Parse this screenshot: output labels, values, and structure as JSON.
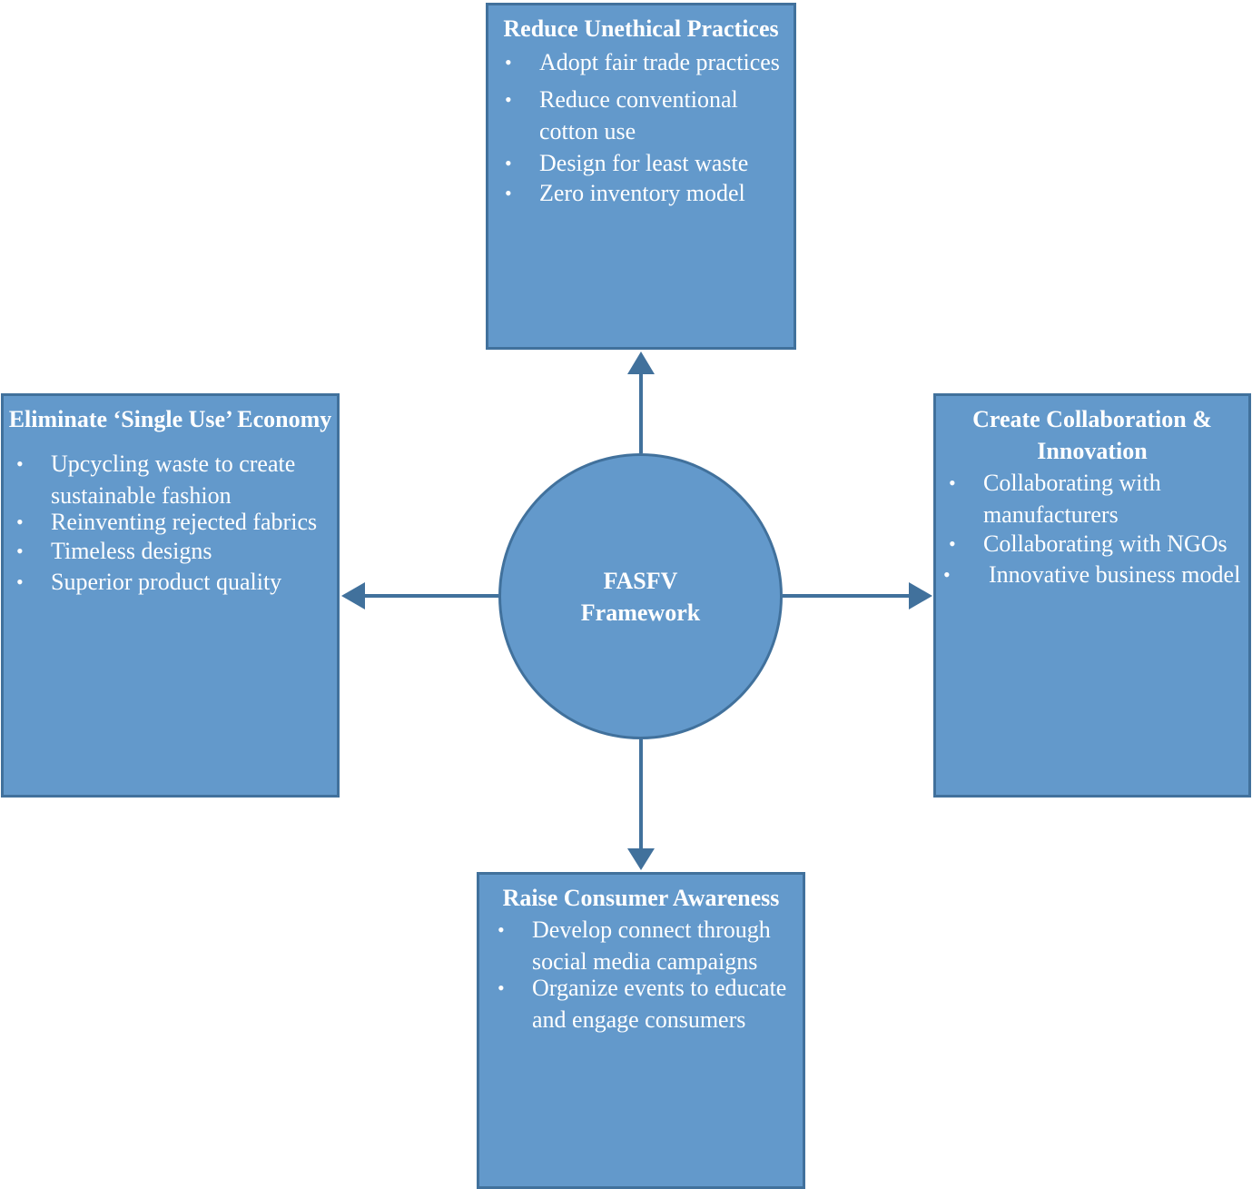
{
  "colors": {
    "fill": "#6399cb",
    "stroke": "#41719c",
    "text": "#ffffff",
    "background": "#ffffff"
  },
  "center": {
    "label": "FASFV Framework"
  },
  "top_box": {
    "title": "Reduce Unethical Practices",
    "items": [
      "Adopt fair trade practices",
      "Reduce conventional cotton use",
      "Design for least waste",
      "Zero inventory model"
    ]
  },
  "left_box": {
    "title": "Eliminate ‘Single Use’ Economy",
    "items": [
      "Upcycling waste to create sustainable fashion",
      "Reinventing rejected fabrics",
      "Timeless designs",
      "Superior product quality"
    ]
  },
  "right_box": {
    "title": "Create Collaboration & Innovation",
    "items": [
      "Collaborating with manufacturers",
      "Collaborating with NGOs",
      "Innovative business model"
    ]
  },
  "bottom_box": {
    "title": "Raise Consumer Awareness",
    "items": [
      "Develop connect through social media campaigns",
      "Organize events to educate and engage consumers"
    ]
  }
}
